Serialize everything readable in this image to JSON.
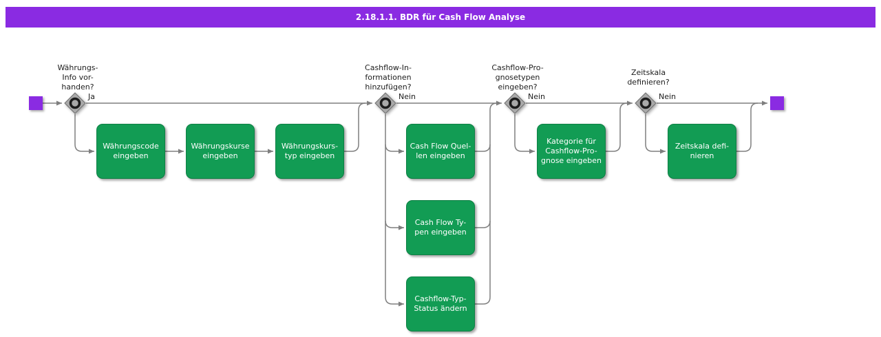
{
  "title": "2.18.1.1. BDR für Cash Flow Analyse",
  "colors": {
    "accent_purple": "#8A2BE2",
    "activity_green": "#129C54",
    "connector_gray": "#7F7F7F",
    "decision_gray": "#A9A9A9"
  },
  "decisions": [
    {
      "question": "Währungs-\nInfo vor-\nhanden?",
      "branch_label": "Ja"
    },
    {
      "question": "Cashflow-In-\nformationen\nhinzufügen?",
      "branch_label": "Nein"
    },
    {
      "question": "Cashflow-Pro-\ngnosetypen\neingeben?",
      "branch_label": "Nein"
    },
    {
      "question": "Zeitskala\ndefinieren?",
      "branch_label": "Nein"
    }
  ],
  "activities": [
    {
      "label": "Währungscode\neingeben"
    },
    {
      "label": "Währungskurse\neingeben"
    },
    {
      "label": "Währungskurs-\ntyp eingeben"
    },
    {
      "label": "Cash Flow Quel-\nlen eingeben"
    },
    {
      "label": "Cash Flow Ty-\npen eingeben"
    },
    {
      "label": "Cashflow-Typ-\nStatus ändern"
    },
    {
      "label": "Kategorie für\nCashflow-Pro-\ngnose eingeben"
    },
    {
      "label": "Zeitskala defi-\nnieren"
    }
  ]
}
